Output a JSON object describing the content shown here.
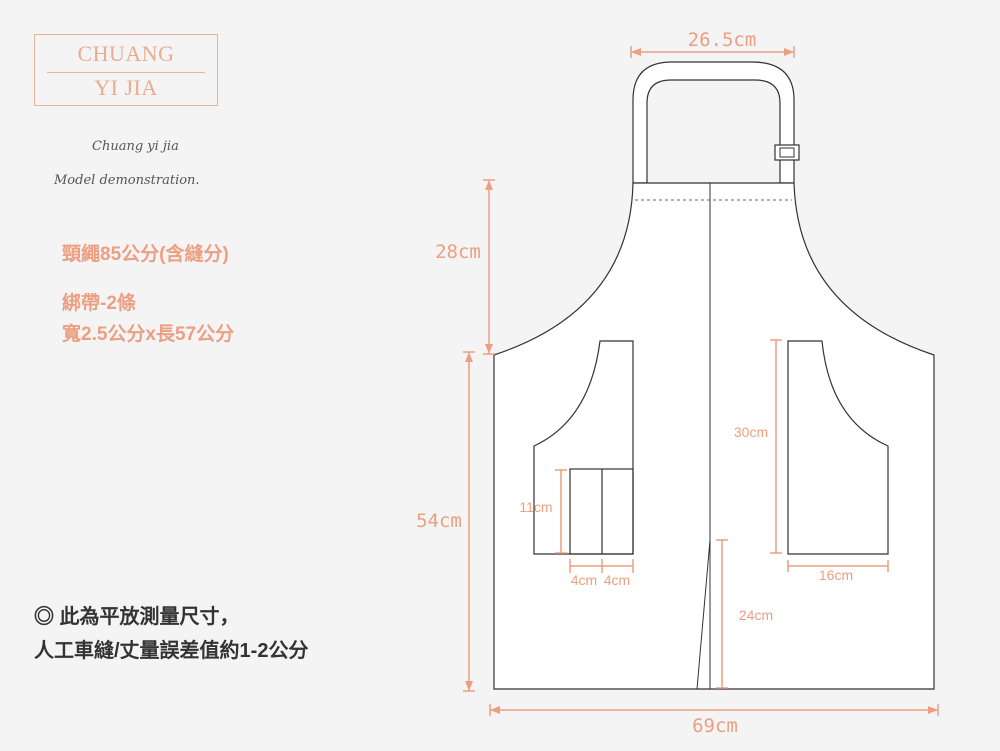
{
  "logo": {
    "line1": "CHUANG",
    "line2": "YI JIA"
  },
  "tagline": {
    "line1": "Chuang yi jia",
    "line2": "Model demonstration."
  },
  "specs": {
    "neck_strap": "頸繩85公分(含縫分)",
    "ties": "綁帶-2條",
    "ties_size": "寬2.5公分x長57公分"
  },
  "note": {
    "line1": "◎ 此為平放測量尺寸，",
    "line2": "人工車縫/丈量誤差值約1-2公分"
  },
  "dimensions": {
    "neck_width": "26.5cm",
    "bib_height": "28cm",
    "lower_height": "54cm",
    "total_width": "69cm",
    "right_pocket_height": "30cm",
    "right_pocket_width": "16cm",
    "left_pocket_height": "11cm",
    "left_slot_1": "4cm",
    "left_slot_2": "4cm",
    "slit_length": "24cm"
  },
  "colors": {
    "accent": "#ec9f82",
    "outline": "#333333",
    "background": "#f4f4f4",
    "apron": "#ffffff"
  }
}
